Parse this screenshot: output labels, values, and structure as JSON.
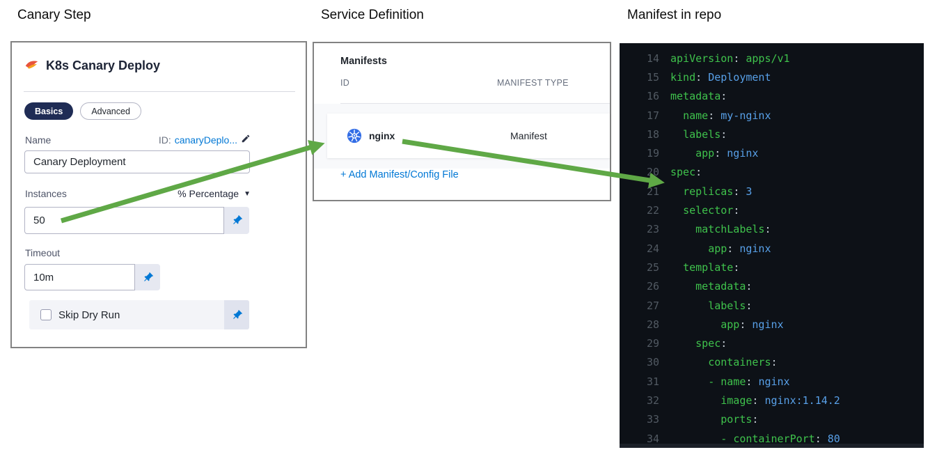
{
  "headings": {
    "left": "Canary Step",
    "middle": "Service Definition",
    "right": "Manifest in repo"
  },
  "canary_step": {
    "title": "K8s Canary Deploy",
    "tabs": [
      {
        "label": "Basics",
        "active": true
      },
      {
        "label": "Advanced",
        "active": false
      }
    ],
    "name_label": "Name",
    "id_prefix": "ID:",
    "id_value": "canaryDeplo...",
    "name_value": "Canary Deployment",
    "instances_label": "Instances",
    "unit_selector_value": "% Percentage",
    "instances_value": "50",
    "timeout_label": "Timeout",
    "timeout_value": "10m",
    "skip_dry_run_label": "Skip Dry Run",
    "skip_dry_run_checked": false
  },
  "service_definition": {
    "card_title": "Manifests",
    "columns": [
      "ID",
      "MANIFEST TYPE"
    ],
    "rows": [
      {
        "id": "nginx",
        "type": "Manifest",
        "icon": "kubernetes-icon"
      }
    ],
    "add_link": "+ Add Manifest/Config File"
  },
  "manifest_code": {
    "language": "yaml",
    "lines": [
      {
        "n": 14,
        "indent": 0,
        "key": "apiVersion",
        "value": "apps/v1",
        "vgreen": true
      },
      {
        "n": 15,
        "indent": 0,
        "key": "kind",
        "value": "Deployment"
      },
      {
        "n": 16,
        "indent": 0,
        "key": "metadata",
        "value": ""
      },
      {
        "n": 17,
        "indent": 2,
        "key": "name",
        "value": "my-nginx"
      },
      {
        "n": 18,
        "indent": 2,
        "key": "labels",
        "value": ""
      },
      {
        "n": 19,
        "indent": 4,
        "key": "app",
        "value": "nginx"
      },
      {
        "n": 20,
        "indent": 0,
        "key": "spec",
        "value": ""
      },
      {
        "n": 21,
        "indent": 2,
        "key": "replicas",
        "value": "3"
      },
      {
        "n": 22,
        "indent": 2,
        "key": "selector",
        "value": ""
      },
      {
        "n": 23,
        "indent": 4,
        "key": "matchLabels",
        "value": ""
      },
      {
        "n": 24,
        "indent": 6,
        "key": "app",
        "value": "nginx"
      },
      {
        "n": 25,
        "indent": 2,
        "key": "template",
        "value": ""
      },
      {
        "n": 26,
        "indent": 4,
        "key": "metadata",
        "value": ""
      },
      {
        "n": 27,
        "indent": 6,
        "key": "labels",
        "value": ""
      },
      {
        "n": 28,
        "indent": 8,
        "key": "app",
        "value": "nginx"
      },
      {
        "n": 29,
        "indent": 4,
        "key": "spec",
        "value": ""
      },
      {
        "n": 30,
        "indent": 6,
        "key": "containers",
        "value": ""
      },
      {
        "n": 31,
        "indent": 6,
        "dash": true,
        "key": "name",
        "value": "nginx"
      },
      {
        "n": 32,
        "indent": 8,
        "key": "image",
        "value": "nginx:1.14.2"
      },
      {
        "n": 33,
        "indent": 8,
        "key": "ports",
        "value": ""
      },
      {
        "n": 34,
        "indent": 8,
        "dash": true,
        "key": "containerPort",
        "value": "80"
      }
    ]
  },
  "colors": {
    "accent_blue": "#0278d5",
    "arrow_green": "#5fa846",
    "pill_navy": "#1f2c55",
    "code_bg": "#0d1117",
    "code_key": "#3fc24c",
    "code_value": "#58a0e8",
    "code_linenum": "#525a63",
    "kubernetes_blue": "#326de6"
  }
}
